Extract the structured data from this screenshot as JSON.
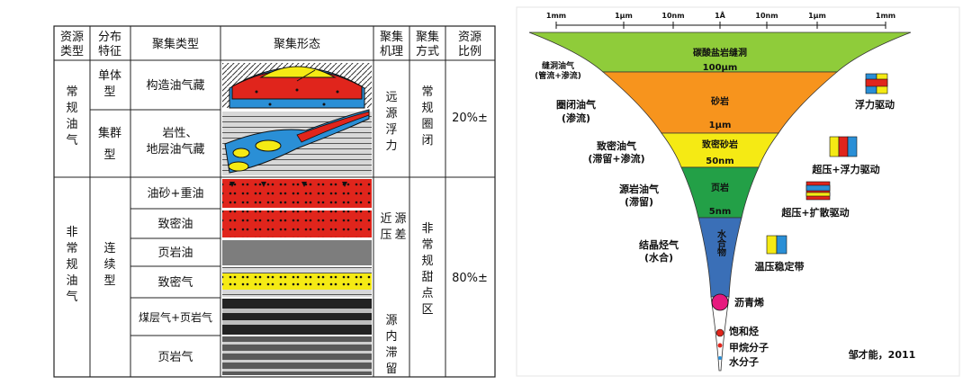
{
  "table": {
    "headers": {
      "col1": [
        "资源",
        "类型"
      ],
      "col2": [
        "分布",
        "特征"
      ],
      "col3": "聚集类型",
      "col4": "聚集形态",
      "col5": [
        "聚集",
        "机理"
      ],
      "col6": [
        "聚集",
        "方式"
      ],
      "col7": [
        "资源",
        "比例"
      ]
    },
    "conventional": {
      "type": [
        "常",
        "规",
        "油",
        "气"
      ],
      "dist1": [
        "单体",
        "型"
      ],
      "dist2": [
        "集群",
        "型"
      ],
      "accum1": "构造油气藏",
      "accum2_line1": "岩性、",
      "accum2_line2": "地层油气藏",
      "mechanism": [
        "远",
        "源",
        "浮",
        "力"
      ],
      "mode": [
        "常",
        "规",
        "圈",
        "闭"
      ],
      "ratio": "20%±"
    },
    "unconventional": {
      "type": [
        "非",
        "常",
        "规",
        "油",
        "气"
      ],
      "dist": [
        "连",
        "续",
        "型"
      ],
      "rows": [
        "油砂+重油",
        "致密油",
        "页岩油",
        "致密气",
        "煤层气+页岩气",
        "页岩气"
      ],
      "mechanism1": [
        "近",
        "源",
        "压",
        "差"
      ],
      "mechanism2": [
        "源",
        "内",
        "滞",
        "留"
      ],
      "mode": [
        "非",
        "常",
        "规",
        "甜",
        "点",
        "区"
      ],
      "ratio": "80%±"
    }
  },
  "funnel": {
    "ticks": [
      "1mm",
      "1μm",
      "10nm",
      "1Å",
      "10nm",
      "1μm",
      "1mm"
    ],
    "bands": [
      {
        "name": "碳酸盐岩缝洞",
        "bottom": "100μm",
        "color": "#8fcc3a"
      },
      {
        "name": "砂岩",
        "bottom": "1μm",
        "color": "#f7941d"
      },
      {
        "name": "致密砂岩",
        "bottom": "50nm",
        "color": "#f5ea14"
      },
      {
        "name": "页岩",
        "bottom": "5nm",
        "color": "#23a047"
      },
      {
        "name": "水合物",
        "bottom": "",
        "color": "#3a6fb7"
      }
    ],
    "left_labels": [
      {
        "line1": "缝洞油气",
        "line2": "(管流+渗流)"
      },
      {
        "line1": "圈闭油气",
        "line2": "(渗流)"
      },
      {
        "line1": "致密油气",
        "line2": "(滞留+渗流)"
      },
      {
        "line1": "源岩油气",
        "line2": "(滞留)"
      },
      {
        "line1": "结晶烃气",
        "line2": "(水合)"
      }
    ],
    "right_labels": [
      "浮力驱动",
      "超压+浮力驱动",
      "超压+扩散驱动",
      "温压稳定带"
    ],
    "bottom_labels": [
      "沥青烯",
      "饱和烃",
      "甲烷分子",
      "水分子"
    ],
    "citation": "邹才能，2011"
  }
}
